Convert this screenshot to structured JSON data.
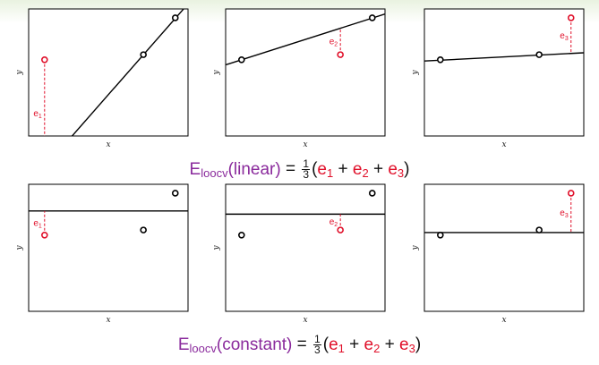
{
  "axis_labels": {
    "x": "x",
    "y": "y"
  },
  "colors": {
    "accent": "#8a2a9c",
    "error": "#e0102a",
    "ink": "#000000"
  },
  "rows": [
    {
      "model": "linear",
      "formula": {
        "symbol": "E",
        "subscript": "loocv",
        "model_text": "(linear)",
        "equals": "=",
        "frac_num": "1",
        "frac_den": "3",
        "terms": [
          "e1",
          "e2",
          "e3"
        ]
      },
      "panels": [
        {
          "error_label": "e1",
          "held_out": "A",
          "points": [
            {
              "id": "A",
              "x": 0.1,
              "y": 0.6,
              "held": true
            },
            {
              "id": "B",
              "x": 0.72,
              "y": 0.64,
              "held": false
            },
            {
              "id": "C",
              "x": 0.92,
              "y": 0.93,
              "held": false
            }
          ],
          "fit": {
            "slope": 1.43,
            "intercept": -0.39
          }
        },
        {
          "error_label": "e2",
          "held_out": "B",
          "points": [
            {
              "id": "A",
              "x": 0.1,
              "y": 0.6,
              "held": false
            },
            {
              "id": "B",
              "x": 0.72,
              "y": 0.64,
              "held": true
            },
            {
              "id": "C",
              "x": 0.92,
              "y": 0.93,
              "held": false
            }
          ],
          "fit": {
            "slope": 0.4,
            "intercept": 0.56
          }
        },
        {
          "error_label": "e3",
          "held_out": "C",
          "points": [
            {
              "id": "A",
              "x": 0.1,
              "y": 0.6,
              "held": false
            },
            {
              "id": "B",
              "x": 0.72,
              "y": 0.64,
              "held": false
            },
            {
              "id": "C",
              "x": 0.92,
              "y": 0.93,
              "held": true
            }
          ],
          "fit": {
            "slope": 0.065,
            "intercept": 0.59
          }
        }
      ]
    },
    {
      "model": "constant",
      "formula": {
        "symbol": "E",
        "subscript": "loocv",
        "model_text": "(constant)",
        "equals": "=",
        "frac_num": "1",
        "frac_den": "3",
        "terms": [
          "e1",
          "e2",
          "e3"
        ]
      },
      "panels": [
        {
          "error_label": "e1",
          "held_out": "A",
          "points": [
            {
              "id": "A",
              "x": 0.1,
              "y": 0.6,
              "held": true
            },
            {
              "id": "B",
              "x": 0.72,
              "y": 0.64,
              "held": false
            },
            {
              "id": "C",
              "x": 0.92,
              "y": 0.93,
              "held": false
            }
          ],
          "fit": {
            "slope": 0,
            "intercept": 0.79
          }
        },
        {
          "error_label": "e2",
          "held_out": "B",
          "points": [
            {
              "id": "A",
              "x": 0.1,
              "y": 0.6,
              "held": false
            },
            {
              "id": "B",
              "x": 0.72,
              "y": 0.64,
              "held": true
            },
            {
              "id": "C",
              "x": 0.92,
              "y": 0.93,
              "held": false
            }
          ],
          "fit": {
            "slope": 0,
            "intercept": 0.765
          }
        },
        {
          "error_label": "e3",
          "held_out": "C",
          "points": [
            {
              "id": "A",
              "x": 0.1,
              "y": 0.6,
              "held": false
            },
            {
              "id": "B",
              "x": 0.72,
              "y": 0.64,
              "held": false
            },
            {
              "id": "C",
              "x": 0.92,
              "y": 0.93,
              "held": true
            }
          ],
          "fit": {
            "slope": 0,
            "intercept": 0.62
          }
        }
      ]
    }
  ]
}
